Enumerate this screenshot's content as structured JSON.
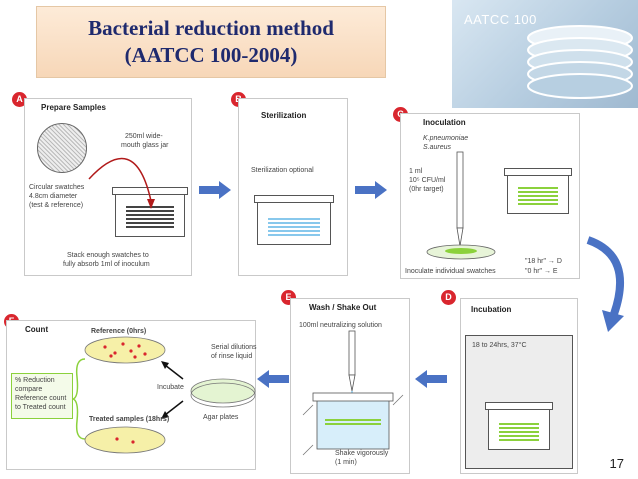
{
  "title": {
    "line1": "Bacterial reduction method",
    "line2": "(AATCC 100-2004)"
  },
  "logo_text": "AATCC 100",
  "colors": {
    "badge": "#d9262e",
    "arrow": "#4a72c4",
    "swatch_green": "#8bd13c",
    "swatch_blue": "#88c8ec",
    "title_text": "#1f2a6e"
  },
  "panels": {
    "a": {
      "badge": "A",
      "title": "Prepare Samples",
      "jar_label_1": "250ml wide-",
      "jar_label_2": "mouth glass jar",
      "swatch_label_1": "Circular swatches",
      "swatch_label_2": "4.8cm diameter",
      "swatch_label_3": "(test & reference)",
      "stack_label_1": "Stack enough swatches to",
      "stack_label_2": "fully absorb 1ml of inoculum"
    },
    "b": {
      "badge": "B",
      "title": "Sterilization",
      "note": "Sterilization optional"
    },
    "c": {
      "badge": "C",
      "title": "Inoculation",
      "organism_1": "K.pneumoniae",
      "organism_2": "S.aureus",
      "dose_1": "1 ml",
      "dose_2": "10⁵ CFU/ml",
      "dose_3": "(0hr target)",
      "caption": "Inoculate individual swatches",
      "route_1": "\"18 hr\" → D",
      "route_2": "\"0 hr\" → E"
    },
    "d": {
      "badge": "D",
      "title": "Incubation",
      "conditions": "18 to 24hrs, 37°C"
    },
    "e": {
      "badge": "E",
      "title": "Wash / Shake Out",
      "solution": "100ml neutralizing solution",
      "shake_1": "Shake vigorously",
      "shake_2": "(1 min)"
    },
    "f": {
      "badge": "F",
      "title": "Count",
      "reference": "Reference (0hrs)",
      "treated": "Treated samples (18hrs)",
      "dilutions_1": "Serial dilutions",
      "dilutions_2": "of rinse liquid",
      "incubate": "Incubate",
      "agar": "Agar plates",
      "reduction_1": "% Reduction",
      "reduction_2": "compare",
      "reduction_3": "Reference count",
      "reduction_4": "to Treated count"
    }
  },
  "page_number": "17"
}
